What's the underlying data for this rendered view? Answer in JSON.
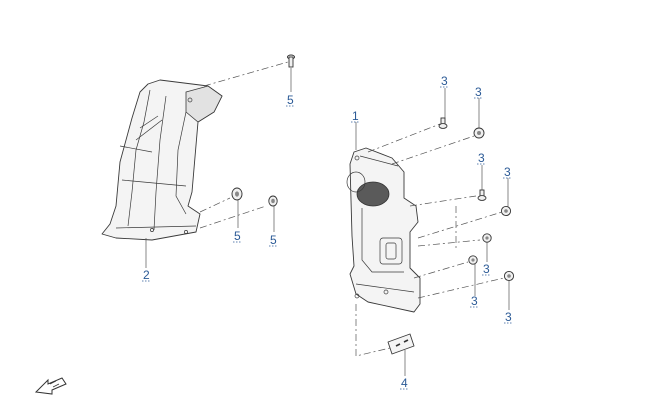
{
  "callouts": [
    {
      "label": "1"
    },
    {
      "label": "2"
    },
    {
      "label": "3"
    },
    {
      "label": "3"
    },
    {
      "label": "3"
    },
    {
      "label": "3"
    },
    {
      "label": "3"
    },
    {
      "label": "3"
    },
    {
      "label": "3"
    },
    {
      "label": "4"
    },
    {
      "label": "5"
    },
    {
      "label": "5"
    },
    {
      "label": "5"
    }
  ],
  "icons": {
    "orientation_arrow": "front-direction-arrow-icon"
  }
}
